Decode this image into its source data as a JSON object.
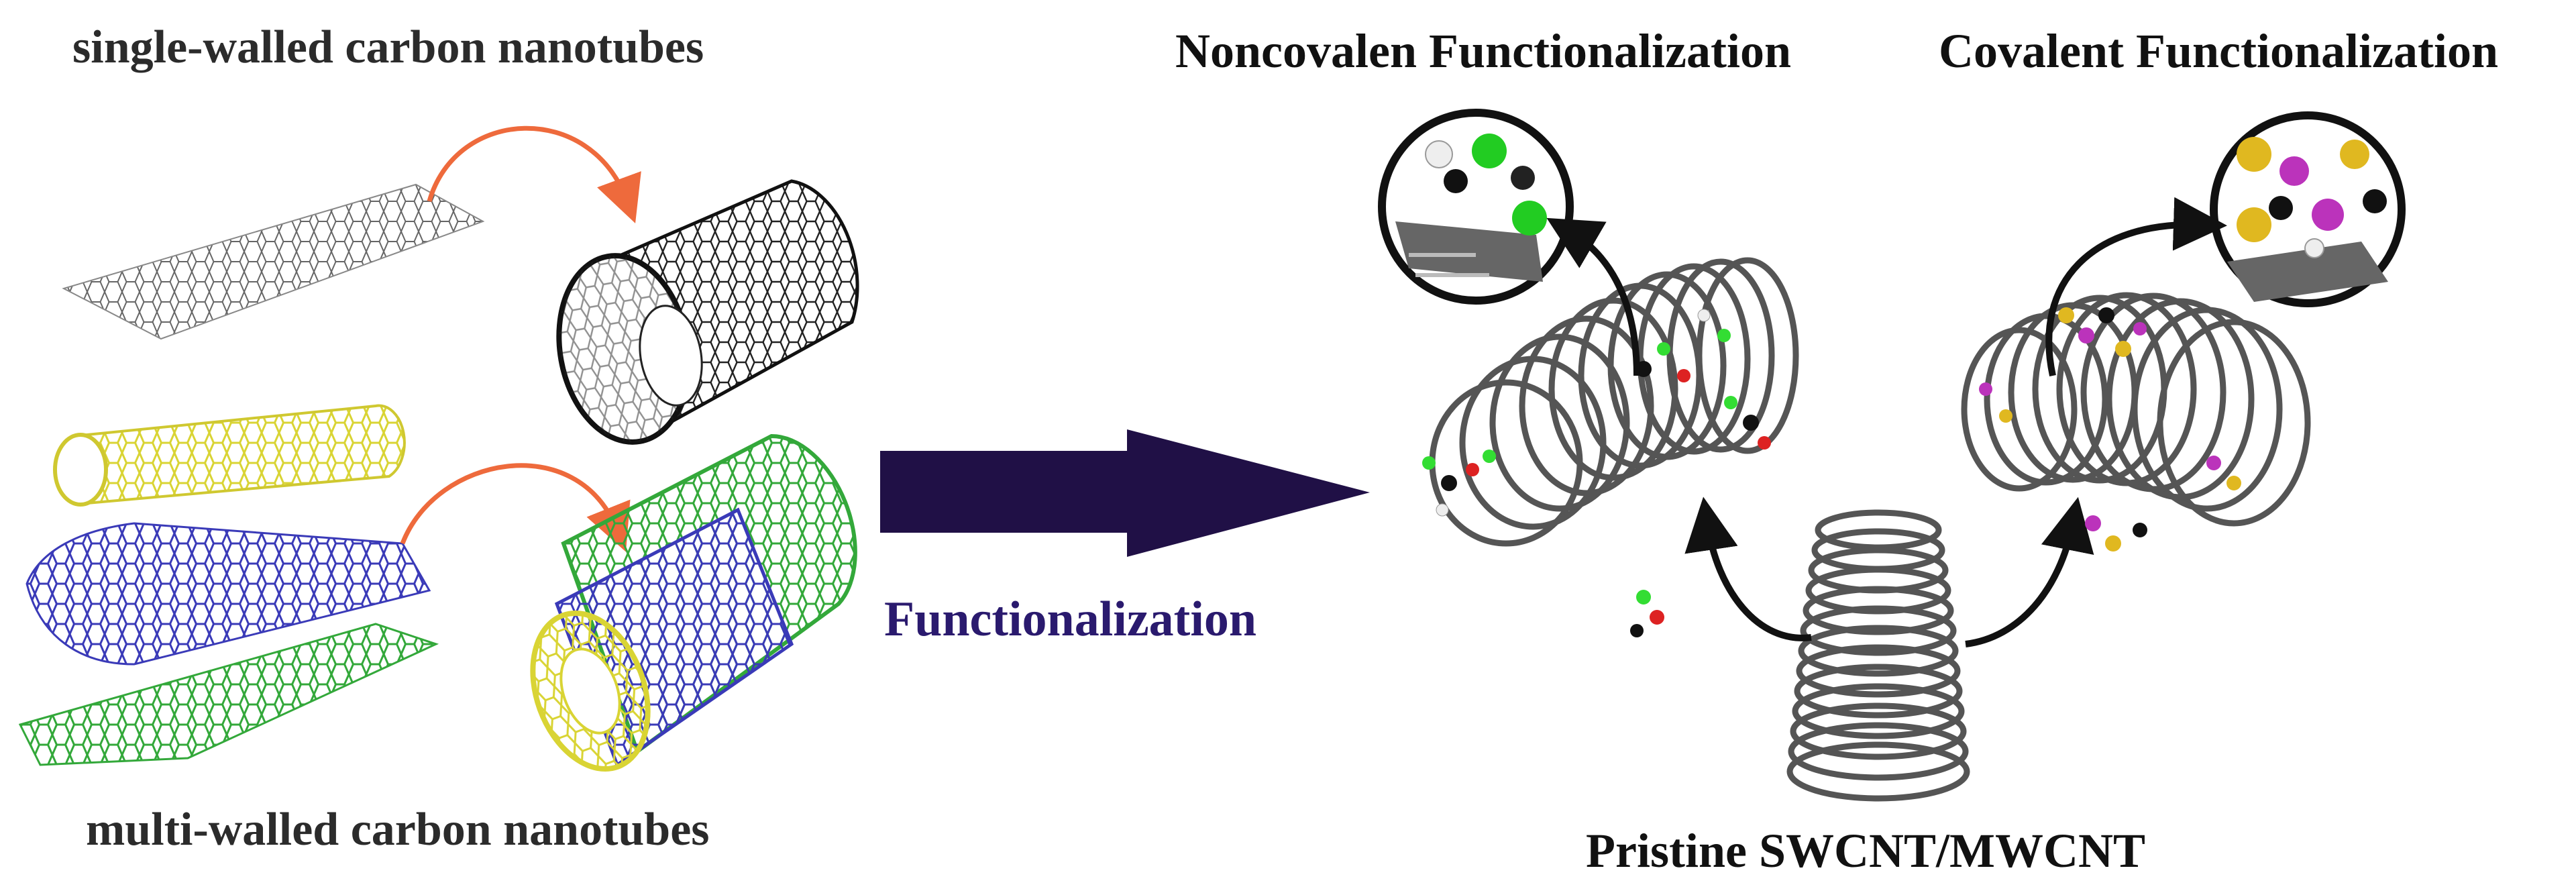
{
  "labels": {
    "single_walled": "single-walled carbon nanotubes",
    "multi_walled": "multi-walled carbon nanotubes",
    "functionalization": "Functionalization",
    "noncovalent": "Noncovalen Functionalization",
    "covalent": "Covalent Functionalization",
    "pristine": "Pristine SWCNT/MWCNT"
  },
  "colors": {
    "orange_arrow": "#ee6a3c",
    "main_arrow": "#201046",
    "func_text": "#2a1a6e",
    "yellow_layer": "#d9d434",
    "blue_layer": "#3a3ab8",
    "green_layer": "#33a83a",
    "tube_gray": "#5a5a5a",
    "atom_green": "#33dd33",
    "atom_red": "#dd2222",
    "atom_black": "#111111",
    "atom_white": "#eeeeee",
    "atom_yellow": "#e0b820",
    "atom_magenta": "#bb33bb"
  }
}
